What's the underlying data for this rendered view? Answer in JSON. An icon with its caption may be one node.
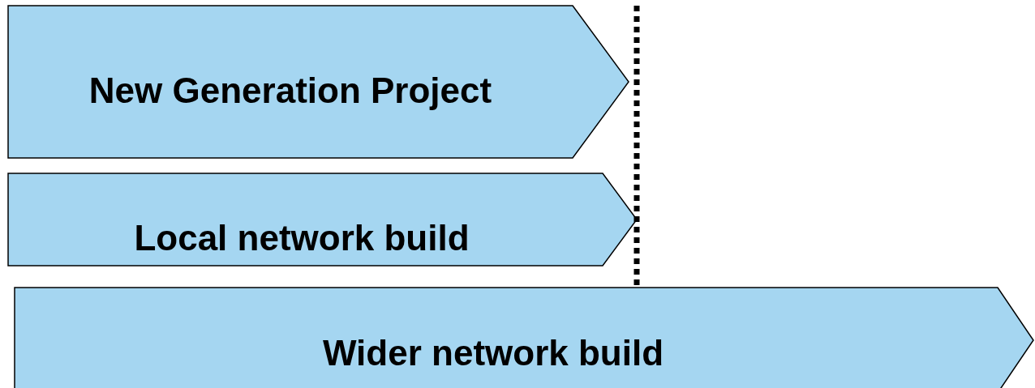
{
  "diagram": {
    "nodes": [
      {
        "text": [
          "New Generation Project"
        ]
      },
      {
        "text": [
          "Local network build"
        ]
      },
      {
        "text": [
          "Wider network build"
        ]
      }
    ]
  }
}
